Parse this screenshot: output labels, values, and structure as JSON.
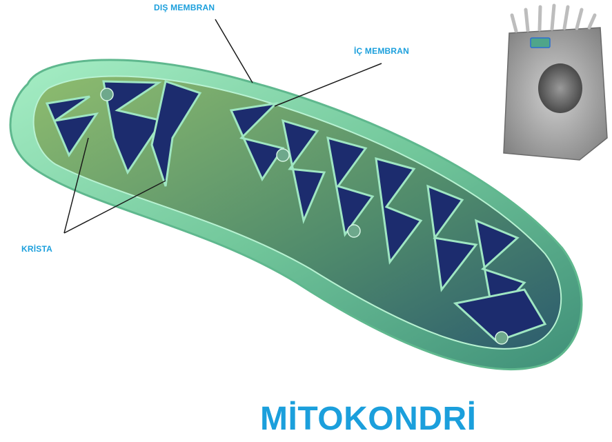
{
  "labels": {
    "outer_membrane": "DIŞ MEMBRAN",
    "inner_membrane": "İÇ MEMBRAN",
    "cristae": "KRİSTA"
  },
  "title": "MİTOKONDRİ",
  "colors": {
    "label_text": "#1b9fdc",
    "title_text": "#1b9fdc",
    "pointer_line": "#1a1a1a",
    "outer_membrane": "#8ee0b0",
    "matrix": "#5f9b78",
    "cristae_shadow": "#1c2c6e",
    "cell_gray": "#9a9a9a"
  },
  "icons": [
    "mitochondrion-illustration",
    "cell-cross-section-illustration"
  ]
}
